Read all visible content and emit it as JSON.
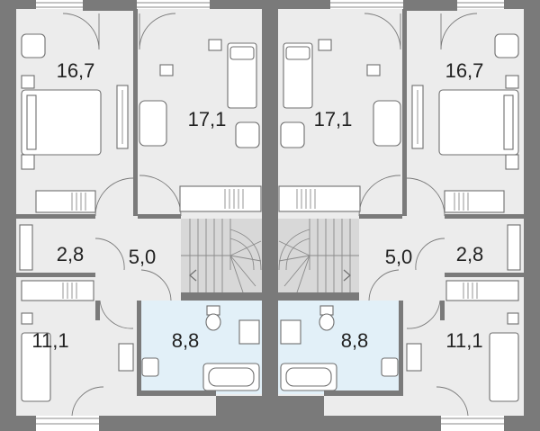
{
  "rooms": {
    "left_bedroom_big": "16,7",
    "left_bedroom_mid": "17,1",
    "right_bedroom_mid": "17,1",
    "right_bedroom_big": "16,7",
    "left_storage": "2,8",
    "left_hall": "5,0",
    "right_hall": "5,0",
    "right_storage": "2,8",
    "left_bedroom_small": "11,1",
    "left_bathroom": "8,8",
    "right_bathroom": "8,8",
    "right_bedroom_small": "11,1"
  },
  "colors": {
    "wall": "#7a7a7a",
    "floor": "#ececec",
    "bathroom": "#e2f0f8",
    "stairs": "#d8d8d8"
  }
}
